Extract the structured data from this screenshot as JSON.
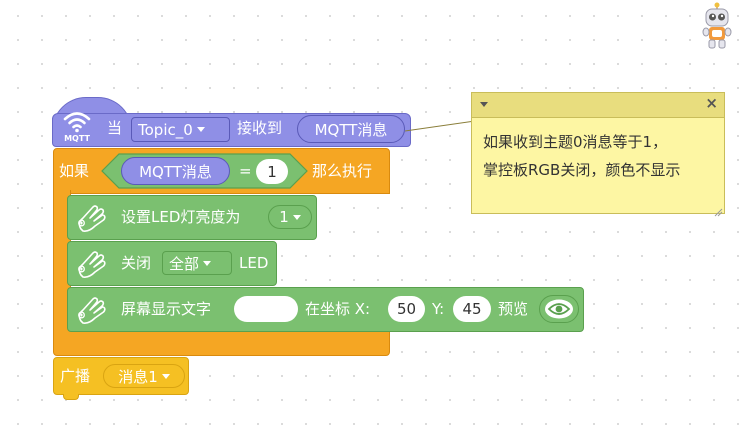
{
  "mqtt_hat": {
    "icon_label": "MQTT",
    "when_label": "当",
    "topic_value": "Topic_0",
    "received_label": "接收到",
    "message_pill": "MQTT消息"
  },
  "if_block": {
    "if_label": "如果",
    "condition_left": "MQTT消息",
    "operator": "=",
    "condition_right": "1",
    "then_label": "那么执行"
  },
  "statements": [
    {
      "label": "设置LED灯亮度为",
      "value": "1"
    },
    {
      "label": "关闭",
      "dropdown": "全部",
      "suffix": "LED"
    },
    {
      "label": "屏幕显示文字",
      "text_value": "",
      "coord_label_x": "在坐标 X:",
      "x_value": "50",
      "coord_label_y": "Y:",
      "y_value": "45",
      "preview_label": "预览"
    }
  ],
  "broadcast": {
    "label": "广播",
    "message": "消息1"
  },
  "comment": {
    "text_line1": "如果收到主题0消息等于1，",
    "text_line2": "掌控板RGB关闭，颜色不显示"
  },
  "colors": {
    "mqtt": "#8f8fe6",
    "control": "#f5a623",
    "looks": "#7bc070",
    "events": "#f5c023",
    "comment": "#fdf6a3"
  }
}
